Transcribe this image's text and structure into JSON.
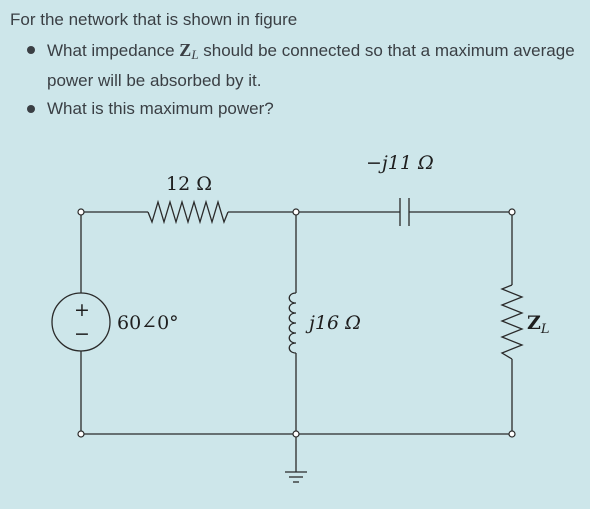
{
  "question": {
    "intro": "For the network that is shown in figure",
    "bullet1": {
      "before": "What impedance ",
      "z": "Z",
      "sub": "L",
      "after": " should be connected so that a maximum average power will be absorbed by it."
    },
    "bullet2": "What is this maximum power?"
  },
  "circuit": {
    "resistor_label": "12 Ω",
    "capacitor_label": "−j11 Ω",
    "source_label": "60∠0°",
    "inductor_label": "j16 Ω",
    "load_label_z": "Z",
    "load_label_sub": "L",
    "source_plus": "+",
    "source_minus": "−"
  }
}
